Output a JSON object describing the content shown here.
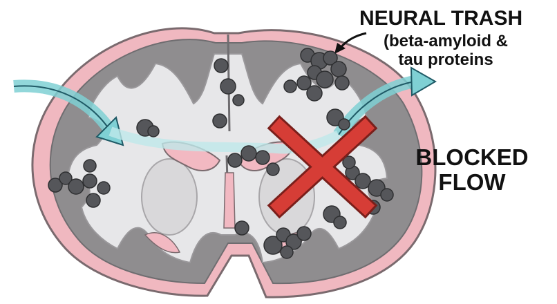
{
  "annotations": {
    "trash_title": "NEURAL TRASH",
    "trash_subtitle_line1": "(beta-amyloid &",
    "trash_subtitle_line2": "tau proteins",
    "blocked_line1": "BLOCKED",
    "blocked_line2": "FLOW"
  },
  "colors": {
    "background": "#ffffff",
    "brain_outer": "#f0b8c0",
    "brain_outline": "#7a6a6e",
    "gray_matter": "#8f8d8f",
    "white_matter": "#e7e7e9",
    "ventricle": "#f2b9c2",
    "flow_arrow": "#7fd0d4",
    "plaque": "#55565a",
    "x_mark": "#d63d36"
  },
  "icons": {
    "flow_in": "arrow-in-icon",
    "flow_out": "arrow-out-icon",
    "pointer": "pointer-arrow-icon",
    "blocked": "x-mark-icon",
    "plaque": "plaque-cluster-icon"
  }
}
